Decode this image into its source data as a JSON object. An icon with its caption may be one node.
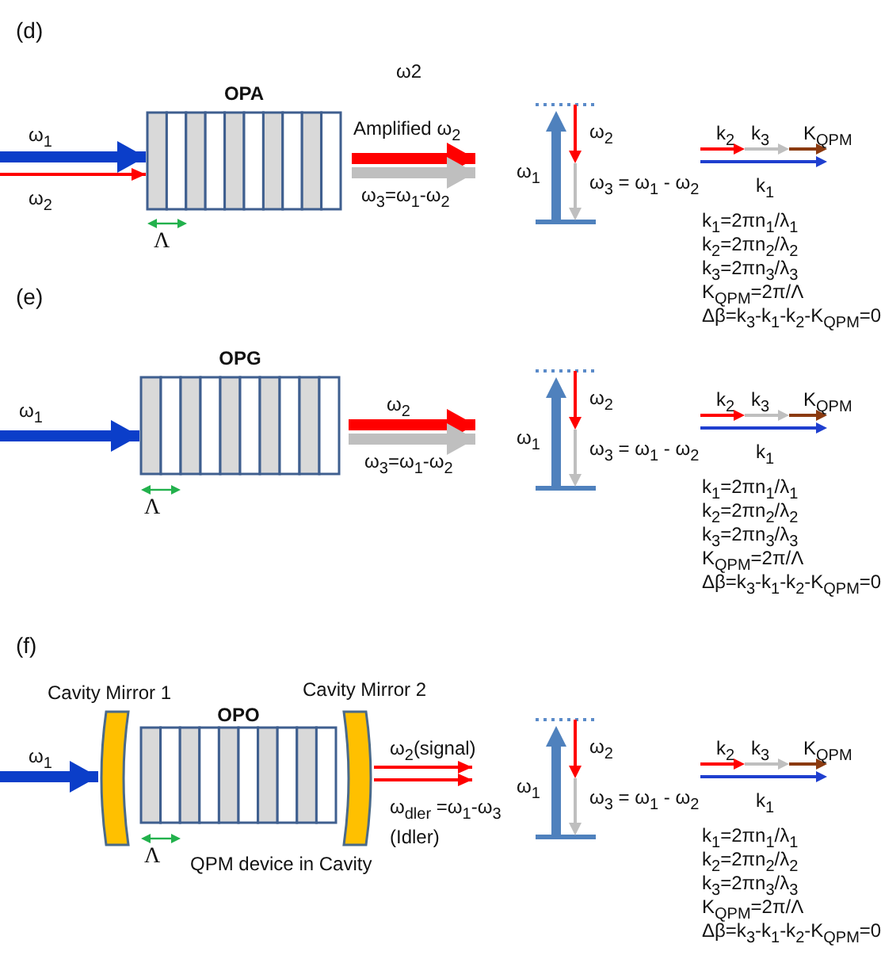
{
  "diagram": {
    "nodes": [
      {
        "text": [
          "OPA"
        ]
      },
      {
        "text": [
          "OPG"
        ]
      },
      {
        "text": [],
        "shape": "bar",
        "beside": [
          "Cavity Mirror 1"
        ]
      },
      {
        "text": [
          "OPO"
        ]
      },
      {
        "text": [],
        "shape": "bar",
        "beside": [
          "Cavity Mirror 2"
        ]
      }
    ],
    "edges": [
      {
        "from": null,
        "to": 0,
        "arrow": "to",
        "label": "ω$_{1}$",
        "color": "#0b3ec9"
      },
      {
        "from": null,
        "to": 0,
        "arrow": "to",
        "label": "ω$_{2}$",
        "color": "#ff0000"
      },
      {
        "from": 0,
        "to": null,
        "arrow": "to",
        "label": "Amplified ω$_{2}$",
        "color": "#ff0000"
      },
      {
        "from": 0,
        "to": null,
        "arrow": "to",
        "label": "ω$_{3}$=ω$_{1}$-ω$_{2}$",
        "color": "#bfbfbf"
      },
      {
        "from": null,
        "to": 1,
        "arrow": "to",
        "label": "ω$_{1}$",
        "color": "#0b3ec9"
      },
      {
        "from": 1,
        "to": null,
        "arrow": "to",
        "label": "ω$_{2}$",
        "color": "#ff0000"
      },
      {
        "from": 1,
        "to": null,
        "arrow": "to",
        "label": "ω$_{3}$=ω$_{1}$-ω$_{2}$",
        "color": "#bfbfbf"
      },
      {
        "from": null,
        "to": 2,
        "arrow": "to",
        "label": "ω$_{1}$",
        "color": "#0b3ec9"
      },
      {
        "from": 4,
        "to": null,
        "arrow": "to",
        "label": "ω$_{2}$(signal)",
        "color": "#ff0000"
      },
      {
        "from": 4,
        "to": null,
        "arrow": "to",
        "label": "ω$_{dler}$ =ω$_{1}$-ω$_{3}$ (Idler)",
        "color": "#ff0000"
      }
    ],
    "labels": [
      "(d)",
      "ω2",
      "Λ",
      "ω$_{1}$",
      "ω$_{2}$",
      "ω$_{3}$ = ω$_{1}$ - ω$_{2}$",
      "k$_{2}$",
      "k$_{3}$",
      "K$_{QPM}$",
      "k$_{1}$",
      "k$_{1}$=2πn$_{1}$/λ$_{1}$",
      "k$_{2}$=2πn$_{2}$/λ$_{2}$",
      "k$_{3}$=2πn$_{3}$/λ$_{3}$",
      "K$_{QPM}$=2π/Λ",
      "Δβ=k$_{3}$-k$_{1}$-k$_{2}$-K$_{QPM}$=0",
      "(e)",
      "Λ",
      "ω$_{1}$",
      "ω$_{2}$",
      "ω$_{3}$ = ω$_{1}$ - ω$_{2}$",
      "k$_{2}$",
      "k$_{3}$",
      "K$_{QPM}$",
      "k$_{1}$",
      "k$_{1}$=2πn$_{1}$/λ$_{1}$",
      "k$_{2}$=2πn$_{2}$/λ$_{2}$",
      "k$_{3}$=2πn$_{3}$/λ$_{3}$",
      "K$_{QPM}$=2π/Λ",
      "Δβ=k$_{3}$-k$_{1}$-k$_{2}$-K$_{QPM}$=0",
      "(f)",
      "Λ",
      "QPM device in Cavity",
      "ω$_{1}$",
      "ω$_{2}$",
      "ω$_{3}$ = ω$_{1}$ - ω$_{2}$",
      "k$_{2}$",
      "k$_{3}$",
      "K$_{QPM}$",
      "k$_{1}$",
      "k$_{1}$=2πn$_{1}$/λ$_{1}$",
      "k$_{2}$=2πn$_{2}$/λ$_{2}$",
      "k$_{3}$=2πn$_{3}$/λ$_{3}$",
      "K$_{QPM}$=2π/Λ",
      "Δβ=k$_{3}$-k$_{1}$-k$_{2}$-K$_{QPM}$=0"
    ]
  }
}
